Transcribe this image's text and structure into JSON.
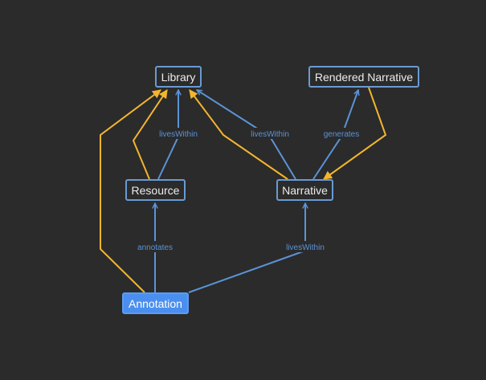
{
  "nodes": {
    "library": "Library",
    "rendered_narrative": "Rendered Narrative",
    "resource": "Resource",
    "narrative": "Narrative",
    "annotation": "Annotation"
  },
  "edge_labels": {
    "resource_library": "livesWithin",
    "narrative_library": "livesWithin",
    "narrative_rendered": "generates",
    "annotation_resource": "annotates",
    "annotation_narrative": "livesWithin"
  },
  "colors": {
    "background": "#2b2b2b",
    "relation_edge": "#5b93d6",
    "inheritance_edge": "#f3b52e",
    "node_border": "#6a9ad2",
    "selected_node": "#4a8fef"
  }
}
